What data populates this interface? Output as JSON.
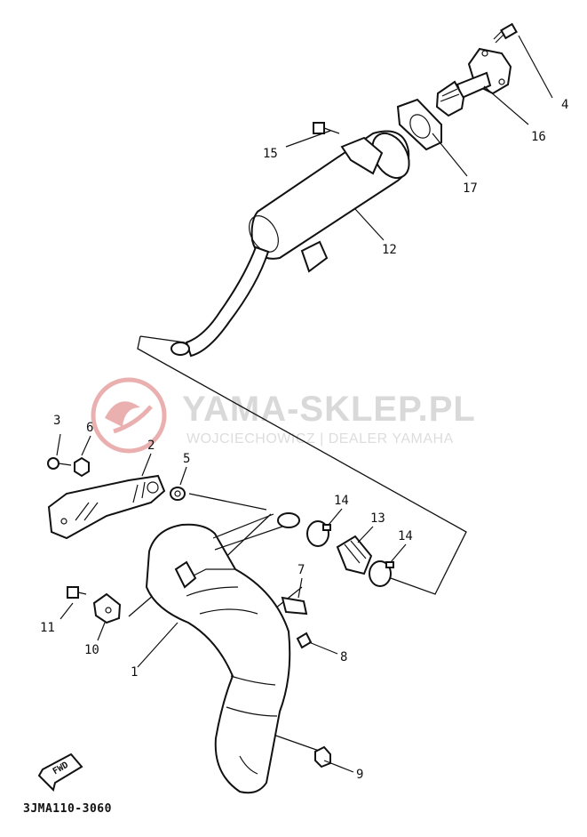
{
  "watermark": {
    "title": "YAMA-SKLEP.PL",
    "subtitle": "WOJCIECHOWICZ | DEALER YAMAHA",
    "logo_color": "#e8a8a8"
  },
  "diagram_code": "3JMA110-3060",
  "direction_label": "FWD",
  "callouts": {
    "c1": "1",
    "c2": "2",
    "c3": "3",
    "c4": "4",
    "c5": "5",
    "c6": "6",
    "c7": "7",
    "c8": "8",
    "c9": "9",
    "c10": "10",
    "c11": "11",
    "c12": "12",
    "c13": "13",
    "c14a": "14",
    "c14b": "14",
    "c15": "15",
    "c16": "16",
    "c17": "17"
  }
}
